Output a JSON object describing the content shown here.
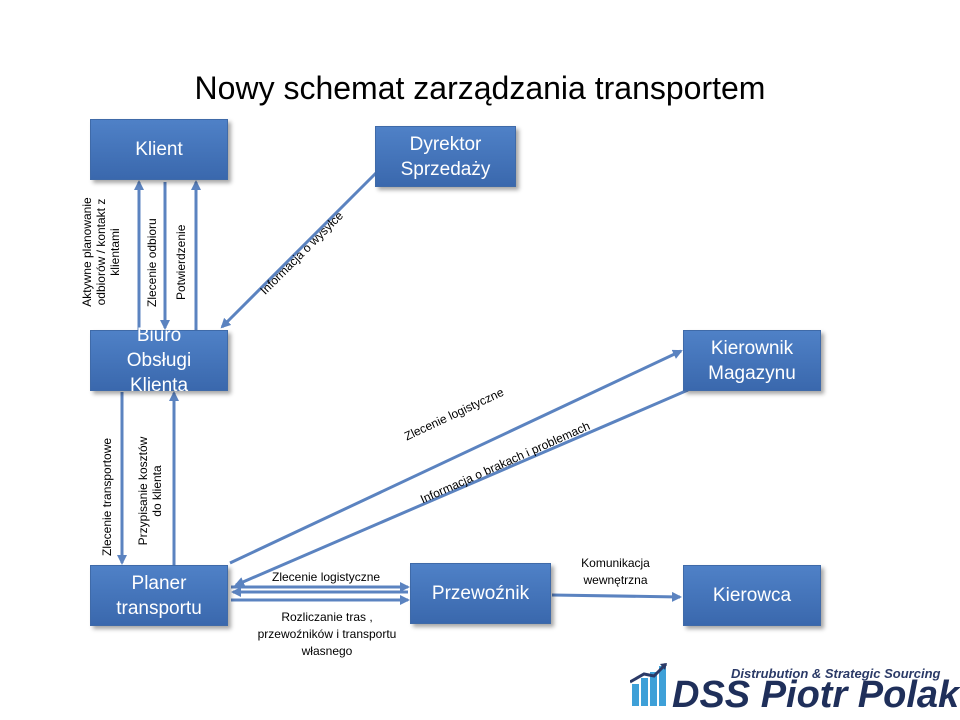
{
  "title": "Nowy schemat zarządzania transportem",
  "nodes": {
    "klient": "Klient",
    "dyrektor": "Dyrektor Sprzedaży",
    "biuro": "Biuro Obsługi Klienta",
    "kierownik": "Kierownik Magazynu",
    "planer": "Planer transportu",
    "przewoznik": "Przewoźnik",
    "kierowca": "Kierowca"
  },
  "edges": {
    "aktywne": "Aktywne planowanie odbiorów / kontakt z klientami",
    "zlecenie_odbioru": "Zlecenie odbioru",
    "potwierdzenie": "Potwierdzenie",
    "informacja_o_wysylce": "Informacja o wysyłce",
    "zlecenie_transportowe": "Zlecenie transportowe",
    "przypisanie": "Przypisanie kosztów do klienta",
    "zlecenie_logistyczne_kierownik": "Zlecenie logistyczne",
    "informacja_o_brakach": "Informacja o brakach i problemach",
    "zlecenie_logistyczne_przewoznik": "Zlecenie logistyczne",
    "rozliczanie": "Rozliczanie tras , przewoźników i transportu własnego",
    "komunikacja": "Komunikacja wewnętrzna"
  },
  "logo": {
    "tagline": "Distrubution & Strategic Sourcing",
    "name": "DSS Piotr Polak"
  },
  "colors": {
    "box": "#4f81c7",
    "arrow": "#5b83c0"
  }
}
